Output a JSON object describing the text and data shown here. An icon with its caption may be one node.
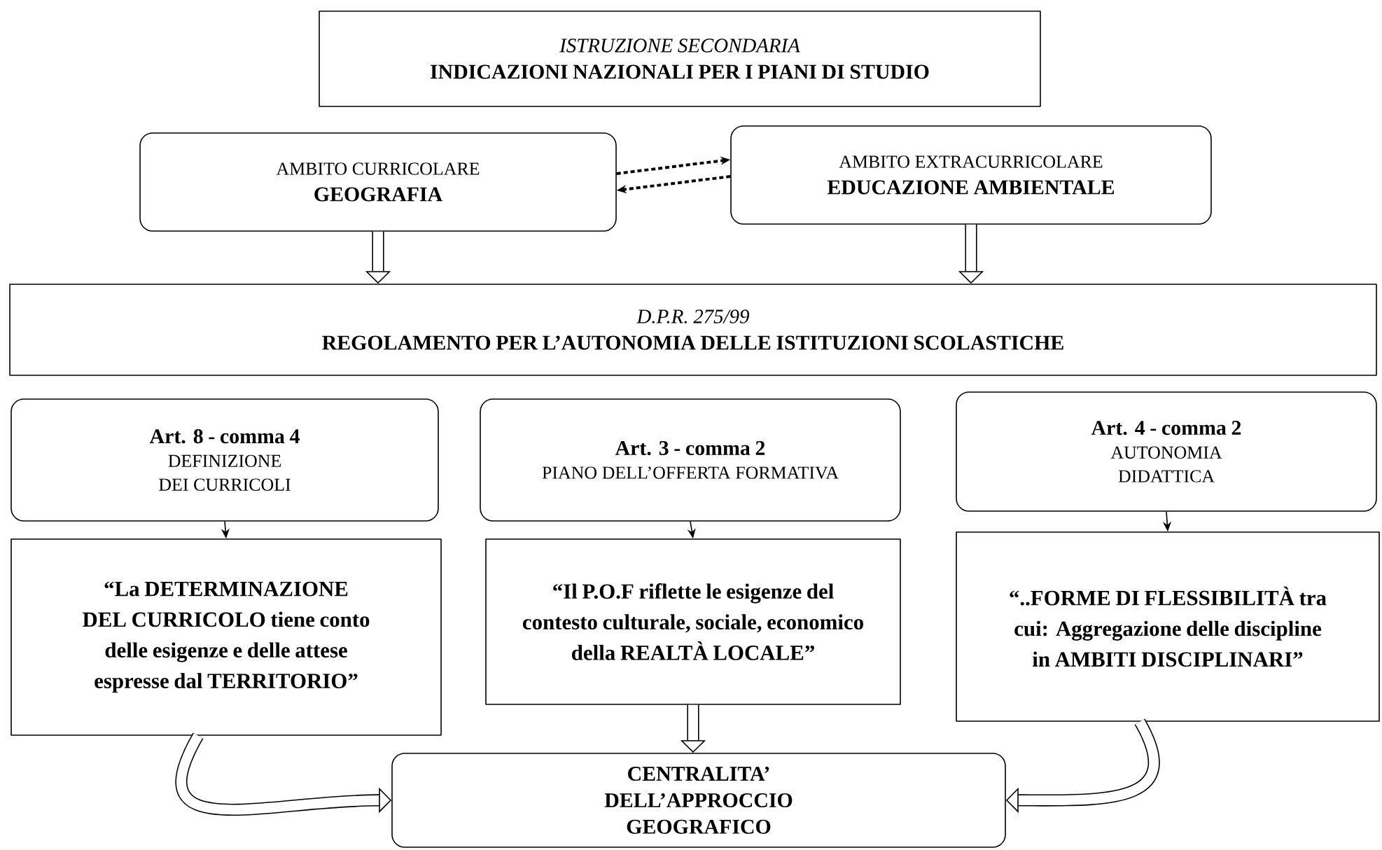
{
  "diagram": {
    "nodes": [
      {
        "text": [
          "ISTRUZIONE SECONDARIA",
          "INDICAZIONI NAZIONALI PER I PIANI DI STUDIO"
        ]
      },
      {
        "text": [
          "AMBITO CURRICOLARE",
          "GEOGRAFIA"
        ]
      },
      {
        "text": [
          "AMBITO EXTRACURRICOLARE",
          "EDUCAZIONE AMBIENTALE"
        ]
      },
      {
        "text": [
          "D.P.R. 275/99",
          "REGOLAMENTO PER L’AUTONOMIA DELLE ISTITUZIONI SCOLASTICHE"
        ]
      },
      {
        "text": [
          "Art. 8 - comma 4",
          "DEFINIZIONE DEI CURRICOLI"
        ]
      },
      {
        "text": [
          "Art. 3 - comma 2",
          "PIANO DELL’OFFERTA FORMATIVA"
        ]
      },
      {
        "text": [
          "Art. 4 - comma 2",
          "AUTONOMIA DIDATTICA"
        ]
      },
      {
        "text": [
          "“La DETERMINAZIONE DEL CURRICOLO tiene conto delle esigenze e delle attese espresse dal TERRITORIO”"
        ]
      },
      {
        "text": [
          "“Il P.O.F riflette le esigenze del contesto culturale, sociale, economico della REALTÀ LOCALE”"
        ]
      },
      {
        "text": [
          "“..FORME DI FLESSIBILITÀ tra cui: Aggregazione delle discipline in AMBITI DISCIPLINARI”"
        ]
      },
      {
        "text": [
          "CENTRALITA’ DELL’APPROCCIO GEOGRAFICO"
        ]
      }
    ],
    "edges": [
      {
        "from": 1,
        "to": 2,
        "arrow": "to",
        "style": "dashed"
      },
      {
        "from": 2,
        "to": 1,
        "arrow": "to",
        "style": "dashed"
      },
      {
        "from": 1,
        "to": 3,
        "arrow": "to",
        "style": "thick"
      },
      {
        "from": 2,
        "to": 3,
        "arrow": "to",
        "style": "thick"
      },
      {
        "from": 4,
        "to": 7,
        "arrow": "to"
      },
      {
        "from": 5,
        "to": 8,
        "arrow": "to"
      },
      {
        "from": 6,
        "to": 9,
        "arrow": "to"
      },
      {
        "from": 7,
        "to": 10,
        "arrow": "to",
        "style": "thick"
      },
      {
        "from": 8,
        "to": 10,
        "arrow": "to",
        "style": "thick"
      },
      {
        "from": 9,
        "to": 10,
        "arrow": "to",
        "style": "thick"
      }
    ]
  }
}
